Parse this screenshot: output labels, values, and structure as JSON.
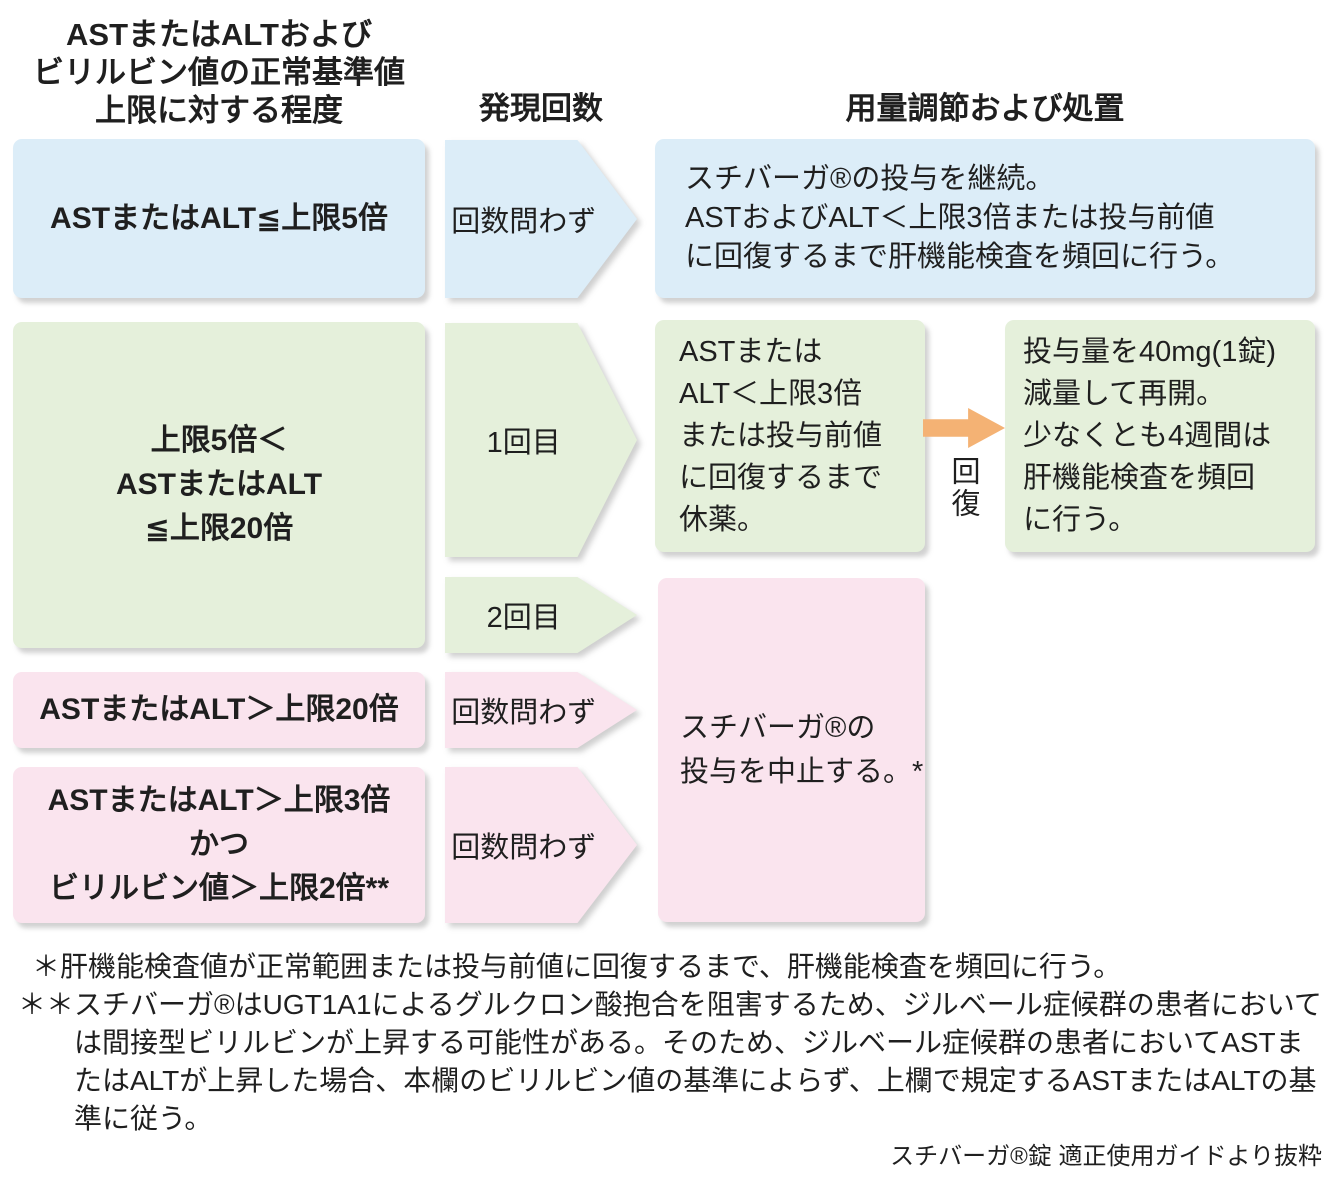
{
  "headers": {
    "col1": "ASTまたはALTおよび\nビリルビン値の正常基準値\n上限に対する程度",
    "col2": "発現回数",
    "col3": "用量調節および処置"
  },
  "row1": {
    "condition": "ASTまたはALT≦上限5倍",
    "occurrence": "回数問わず",
    "action": "スチバーガ®の投与を継続。\nASTおよびALT＜上限3倍または投与前値\nに回復するまで肝機能検査を頻回に行う。"
  },
  "row2": {
    "condition": "上限5倍＜\nASTまたはALT\n≦上限20倍",
    "occurrence_first": "1回目",
    "occurrence_second": "2回目",
    "action_first": "ASTまたは\nALT＜上限3倍\nまたは投与前値\nに回復するまで\n休薬。",
    "recovery_label": "回復",
    "action_after_recovery": "投与量を40mg(1錠)\n減量して再開。\n少なくとも4週間は\n肝機能検査を頻回\nに行う。"
  },
  "row3": {
    "condition": "ASTまたはALT＞上限20倍",
    "occurrence": "回数問わず"
  },
  "row4": {
    "condition": "ASTまたはALT＞上限3倍\nかつ\nビリルビン値＞上限2倍**",
    "occurrence": "回数問わず"
  },
  "discontinue": {
    "action": "スチバーガ®の\n投与を中止する。*"
  },
  "footnotes": {
    "note1": "＊肝機能検査値が正常範囲または投与前値に回復するまで、肝機能検査を頻回に行う。",
    "note2": "＊＊スチバーガ®はUGT1A1によるグルクロン酸抱合を阻害するため、ジルベール症候群の患者においては間接型ビリルビンが上昇する可能性がある。そのため、ジルベール症候群の患者においてASTまたはALTが上昇した場合、本欄のビリルビン値の基準によらず、上欄で規定するASTまたはALTの基準に従う。"
  },
  "caption": "スチバーガ®錠 適正使用ガイドより抜粋",
  "colors": {
    "blue": "#dcedf8",
    "green": "#e5f0db",
    "pink": "#fae4ee",
    "orange": "#f4b274",
    "text": "#1f1f1f"
  }
}
